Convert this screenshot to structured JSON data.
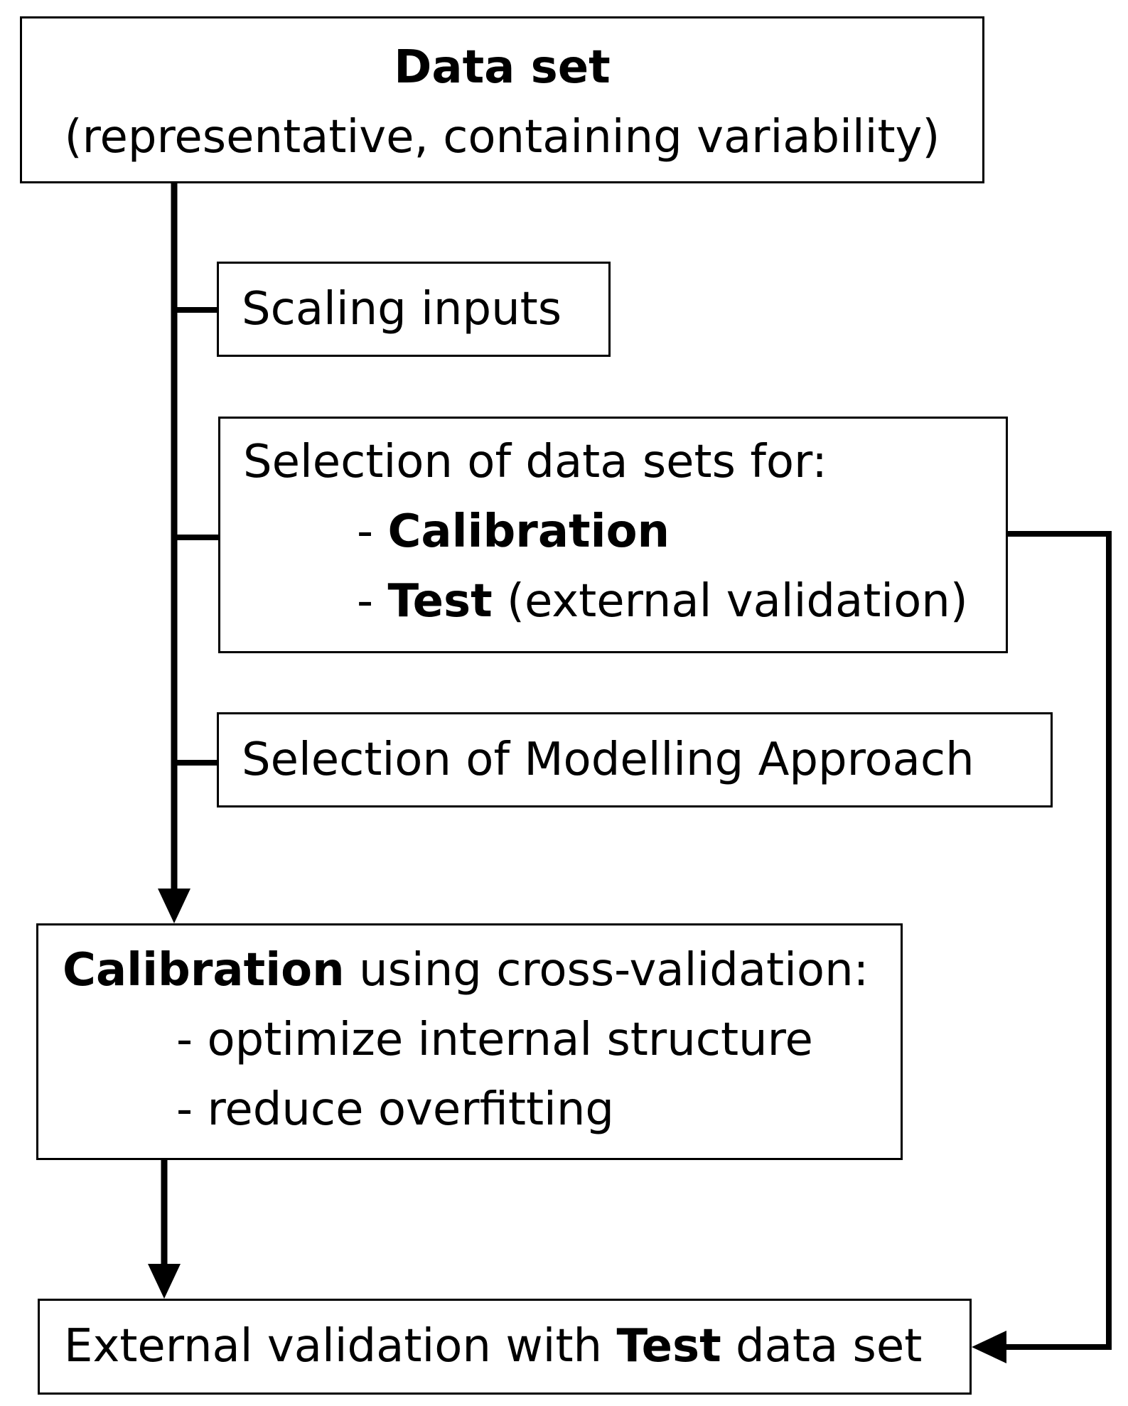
{
  "dataset": {
    "title": "Data set",
    "subtitle": "(representative, containing variability)"
  },
  "scaling": {
    "label": "Scaling inputs"
  },
  "selection": {
    "heading": "Selection of data sets for:",
    "dash": "- ",
    "calibration_bold": "Calibration",
    "test_bold": "Test",
    "test_rest": " (external validation)"
  },
  "modelling": {
    "label": "Selection of Modelling Approach"
  },
  "calibration": {
    "bold": "Calibration",
    "rest": " using cross-validation:",
    "item1": "- optimize internal structure",
    "item2": "- reduce overfitting"
  },
  "external": {
    "pre": "External validation with ",
    "bold": "Test",
    "post": " data set"
  }
}
